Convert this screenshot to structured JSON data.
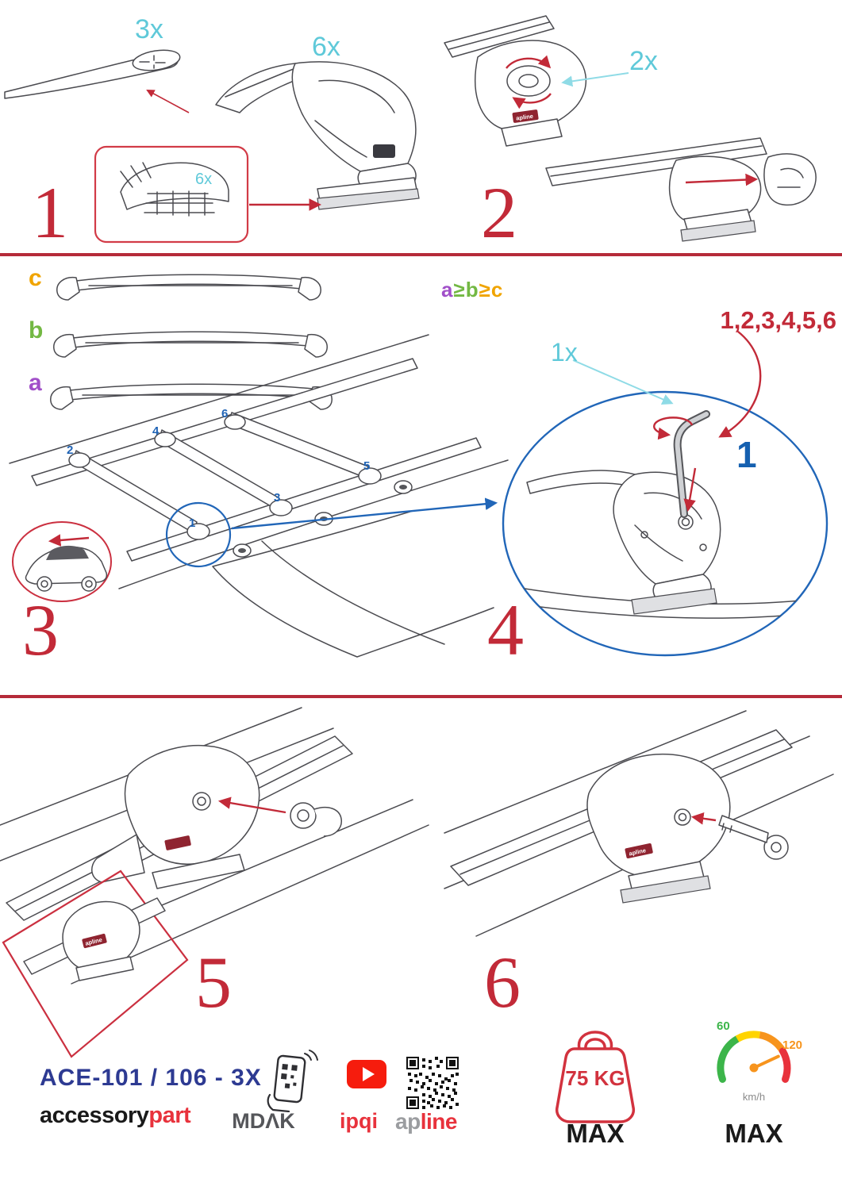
{
  "colors": {
    "accent_red": "#c22a38",
    "cyan": "#5fc9d9",
    "blue": "#2166b8",
    "royal_blue": "#2d3a92",
    "orange": "#f0a400",
    "green": "#73b843",
    "purple": "#a14fc9",
    "youtube_red": "#f61c0d",
    "brand_red": "#e8323c",
    "gray": "#55565a"
  },
  "icons": {
    "phone_scan": "phone-qr-scan-icon",
    "youtube": "youtube-play-icon",
    "qr": "qr-code-icon",
    "weight": "weight-limit-icon",
    "speedometer": "speed-limit-icon"
  },
  "steps": {
    "s1": {
      "num": "1",
      "bar_qty": "3x",
      "foot_qty": "6x",
      "pad_qty": "6x"
    },
    "s2": {
      "num": "2",
      "qty": "2x"
    },
    "s3": {
      "num": "3",
      "bar_c": "c",
      "bar_b": "b",
      "bar_a": "a",
      "formula": {
        "a": "a",
        "ge1": "≥",
        "b": "b",
        "ge2": "≥",
        "c": "c"
      },
      "positions": [
        "1",
        "2",
        "3",
        "4",
        "5",
        "6"
      ]
    },
    "s4": {
      "num": "4",
      "qty": "1x",
      "sequence": "1,2,3,4,5,6",
      "highlight": "1"
    },
    "s5": {
      "num": "5"
    },
    "s6": {
      "num": "6"
    }
  },
  "foot_logo": "apline",
  "footer": {
    "model": "ACE-101 / 106 - 3X",
    "brand_accessory": "accessory",
    "brand_part": "part",
    "brand_mdak": "MDΛK",
    "brand_ipqi": "ipqi",
    "brand_apline_ap": "ap",
    "brand_apline_line": "line",
    "weight_value": "75 KG",
    "weight_max": "MAX",
    "speed_low": "60",
    "speed_high": "120",
    "speed_unit": "km/h",
    "speed_max": "MAX"
  }
}
